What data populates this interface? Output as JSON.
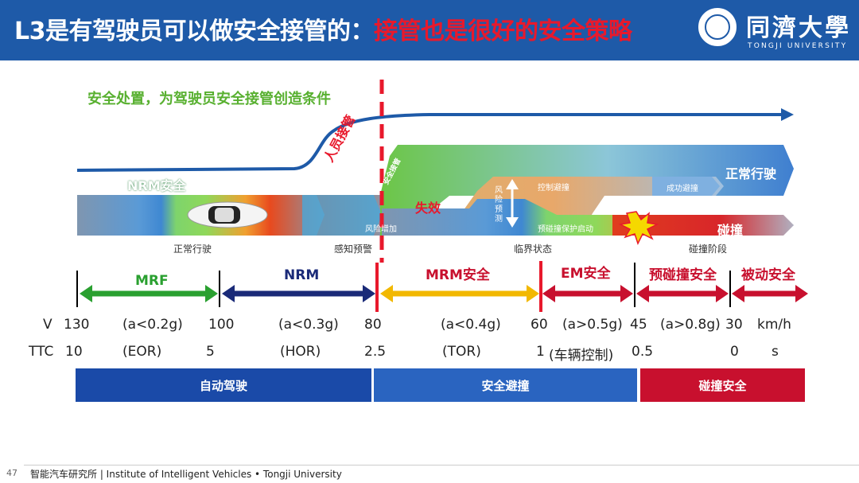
{
  "header": {
    "title_main": "L3是有驾驶员可以做安全接管的：",
    "title_highlight": "接管也是很好的安全策略",
    "logo_cn": "同濟大學",
    "logo_en": "TONGJI UNIVERSITY"
  },
  "diagram": {
    "headline": "安全处置，为驾驶员安全接管创造条件",
    "label_nrm_safe": "NRM安全",
    "label_takeover_rot": "人员接管",
    "label_takeover_small": "安全接管",
    "label_failure": "失效",
    "label_normal_drive_right": "正常行驶",
    "label_risk_rise": "风险增加",
    "label_control_avoid": "控制避撞",
    "label_success_avoid": "成功避撞",
    "label_risk_predict": "风险预测",
    "label_pre_collision": "预碰撞保护启动",
    "label_collision": "碰撞",
    "phase_normal": "正常行驶",
    "phase_perception": "感知预警",
    "phase_critical": "临界状态",
    "phase_collision": "碰撞阶段"
  },
  "segments": {
    "mrf": "MRF",
    "nrm": "NRM",
    "mrm": "MRM安全",
    "em": "EM安全",
    "pre": "预碰撞安全",
    "passive": "被动安全"
  },
  "speed_row": {
    "label": "V",
    "v1": "130",
    "a1": "(a<0.2g)",
    "v2": "100",
    "a2": "(a<0.3g)",
    "v3": "80",
    "a3": "(a<0.4g)",
    "v4": "60",
    "a4": "(a>0.5g)",
    "v5": "45",
    "a5": "(a>0.8g)",
    "v6": "30",
    "unit": "km/h"
  },
  "ttc_row": {
    "label": "TTC",
    "t1": "10",
    "m1": "(EOR)",
    "t2": "5",
    "m2": "(HOR)",
    "t3": "2.5",
    "m3": "(TOR)",
    "t4": "1",
    "m4": "(车辆控制)",
    "t5": "0.5",
    "t6": "0",
    "unit": "s"
  },
  "bottom_bars": {
    "auto": "自动驾驶",
    "avoid": "安全避撞",
    "collision": "碰撞安全"
  },
  "footer": {
    "page": "47",
    "text": "智能汽车研究所 | Institute of Intelligent Vehicles • Tongji University"
  },
  "colors": {
    "brand_blue": "#1e5aa8",
    "red": "#e8192c",
    "green": "#58b030",
    "navy": "#1a2a78",
    "amber": "#f2b800",
    "dark_red": "#c8102e"
  }
}
